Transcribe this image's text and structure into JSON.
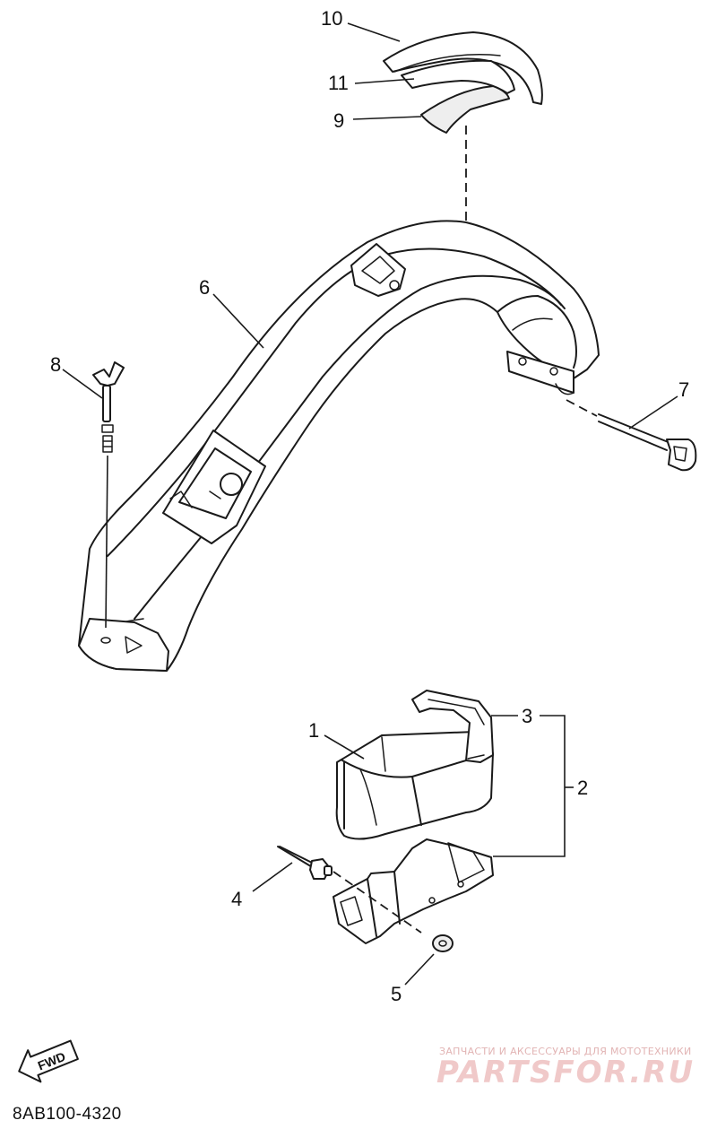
{
  "callouts": {
    "c1": "1",
    "c2": "2",
    "c3": "3",
    "c4": "4",
    "c5": "5",
    "c6": "6",
    "c7": "7",
    "c8": "8",
    "c9": "9",
    "c10": "10",
    "c11": "11"
  },
  "fwd_label": "FWD",
  "diagram_code": "8AB100-4320",
  "watermark": {
    "subtitle": "ЗАПЧАСТИ И АКСЕССУАРЫ ДЛЯ МОТОТЕХНИКИ",
    "brand": "PARTSFOR.RU",
    "color": "#f0c9c9"
  },
  "icons": [
    "fwd-arrow-icon"
  ]
}
